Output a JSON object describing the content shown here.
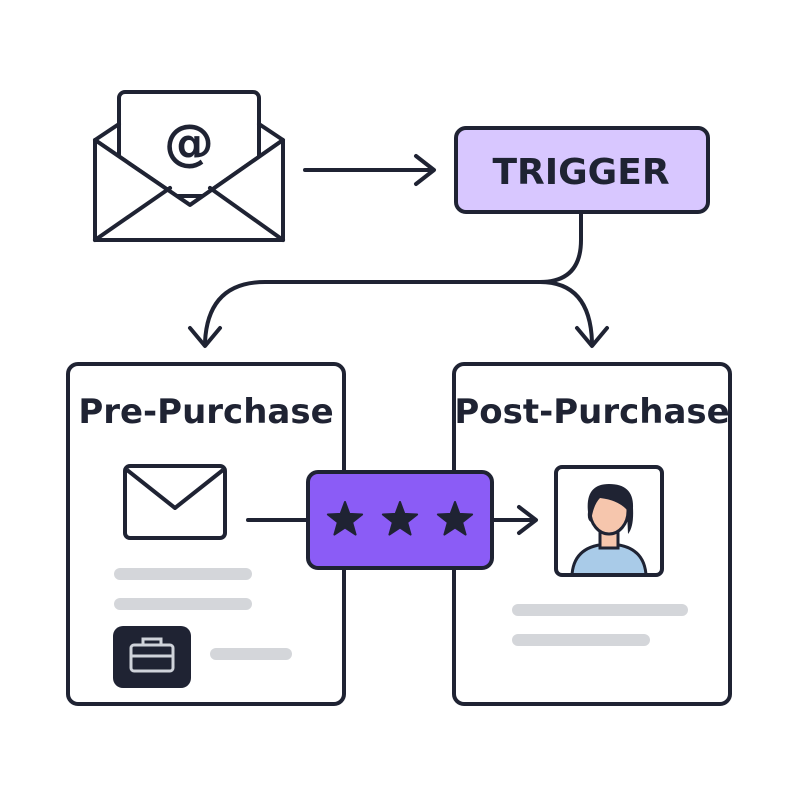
{
  "trigger": {
    "label": "TRIGGER"
  },
  "pre_purchase": {
    "title": "Pre-Purchase"
  },
  "post_purchase": {
    "title": "Post-Purchase"
  },
  "rating": {
    "stars": 3,
    "max_stars": 3
  },
  "email_icon": {
    "glyph": "@"
  },
  "icons": {
    "source_email": "email-open-envelope-icon",
    "pre_email": "envelope-icon",
    "briefcase": "briefcase-icon",
    "avatar": "user-avatar-icon",
    "star": "star-icon"
  },
  "colors": {
    "stroke": "#1f2333",
    "trigger_fill": "#d8c7ff",
    "rating_fill": "#8b5cf6",
    "card_fill": "#ffffff",
    "line_placeholder": "#d4d6da",
    "briefcase_bg": "#1f2333",
    "star_fill": "#1f2333",
    "avatar_hair": "#1f2333",
    "avatar_skin": "#f6c6ad",
    "avatar_shirt": "#a9cbe8"
  }
}
